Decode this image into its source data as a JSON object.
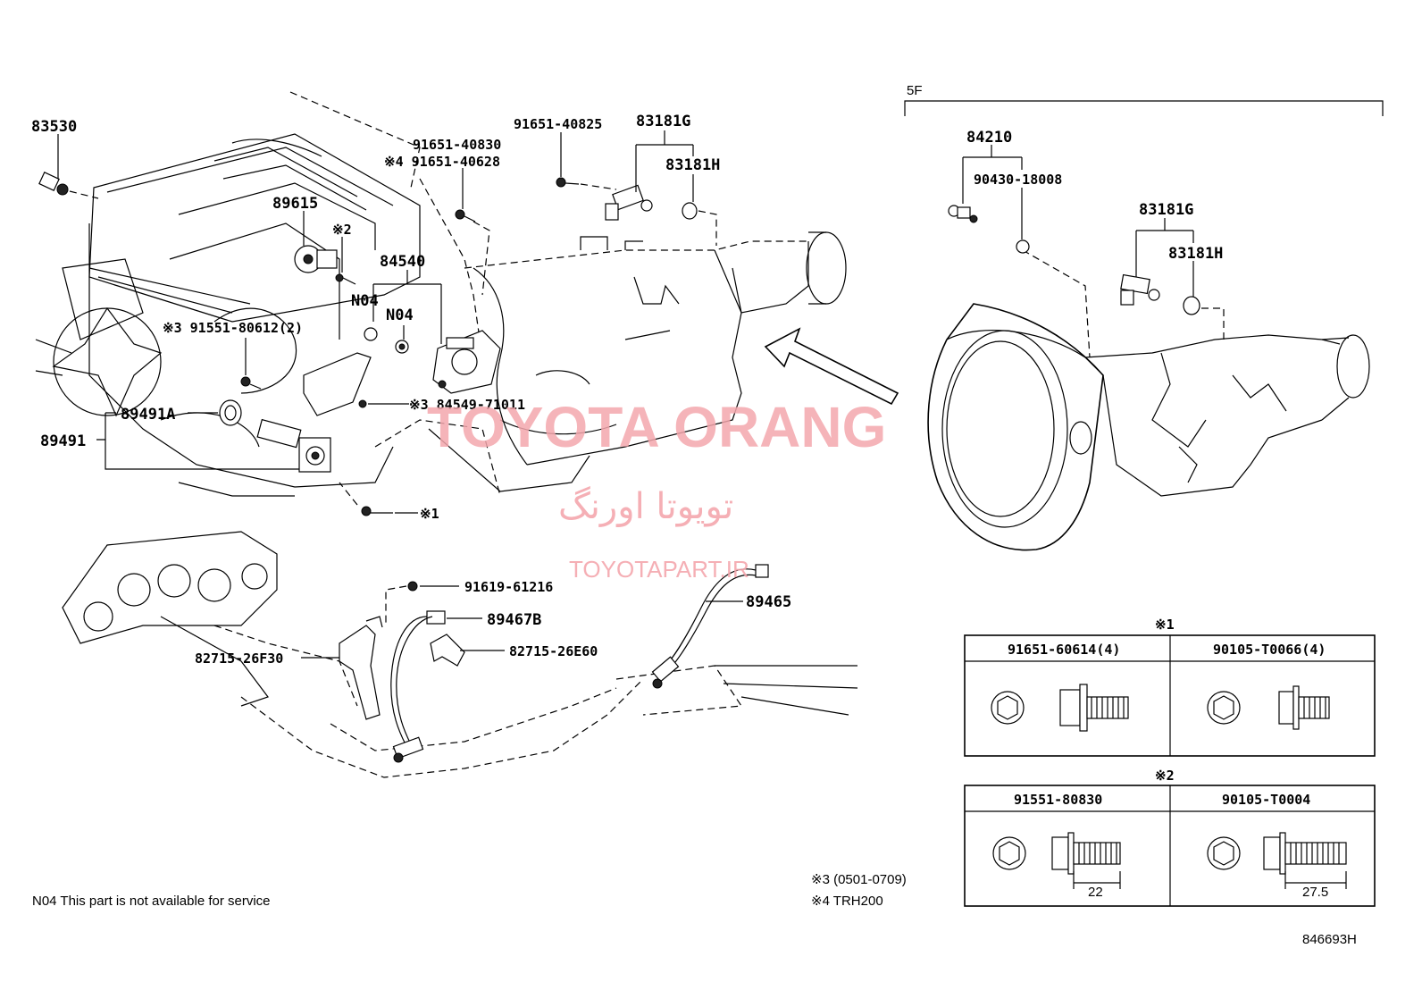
{
  "parts": {
    "p83530": "83530",
    "p89615": "89615",
    "p91651_40830": "91651-40830",
    "p91651_40628": "※4 91651-40628",
    "p91651_40825": "91651-40825",
    "p83181G_top": "83181G",
    "p83181H_top": "83181H",
    "p84540": "84540",
    "pN04_a": "N04",
    "pN04_b": "N04",
    "pNote2": "※2",
    "p91551_80612": "※3 91551-80612(2)",
    "p84549_71011": "※3 84549-71011",
    "p89491A": "89491A",
    "p89491": "89491",
    "pNote1_bolt": "※1",
    "p91619_61216": "91619-61216",
    "p89467B": "89467B",
    "p82715_26F30": "82715-26F30",
    "p82715_26E60": "82715-26E60",
    "p89465": "89465",
    "p5F": "5F",
    "p84210": "84210",
    "p90430_18008": "90430-18008",
    "p83181G_right": "83181G",
    "p83181H_right": "83181H"
  },
  "table1": {
    "marker": "※1",
    "col1": "91651-60614(4)",
    "col2": "90105-T0066(4)"
  },
  "table2": {
    "marker": "※2",
    "col1": "91551-80830",
    "col2": "90105-T0004",
    "dim1": "22",
    "dim2": "27.5"
  },
  "notes": {
    "n3": "※3 (0501-0709)",
    "n4": "※4 TRH200",
    "n04": "N04  This part is not available for service",
    "code": "846693H"
  },
  "watermark": {
    "brand": "TOYOTA ORANG",
    "persian": "تویوتا اورنگ",
    "url": "TOYOTAPART.IR"
  }
}
